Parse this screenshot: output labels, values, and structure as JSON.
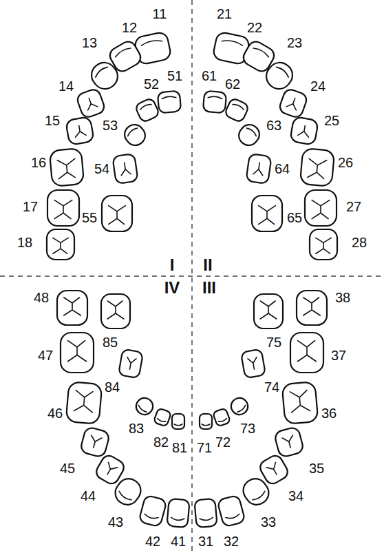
{
  "diagram": {
    "labels": [
      "11",
      "12",
      "13",
      "14",
      "15",
      "16",
      "17",
      "18",
      "51",
      "52",
      "53",
      "54",
      "55",
      "21",
      "22",
      "23",
      "24",
      "25",
      "26",
      "27",
      "28",
      "61",
      "62",
      "63",
      "64",
      "65",
      "I",
      "II",
      "IV",
      "III",
      "41",
      "42",
      "43",
      "44",
      "45",
      "46",
      "47",
      "48",
      "81",
      "82",
      "83",
      "84",
      "85",
      "31",
      "32",
      "33",
      "34",
      "35",
      "36",
      "37",
      "38",
      "71",
      "72",
      "73",
      "74",
      "75"
    ]
  }
}
